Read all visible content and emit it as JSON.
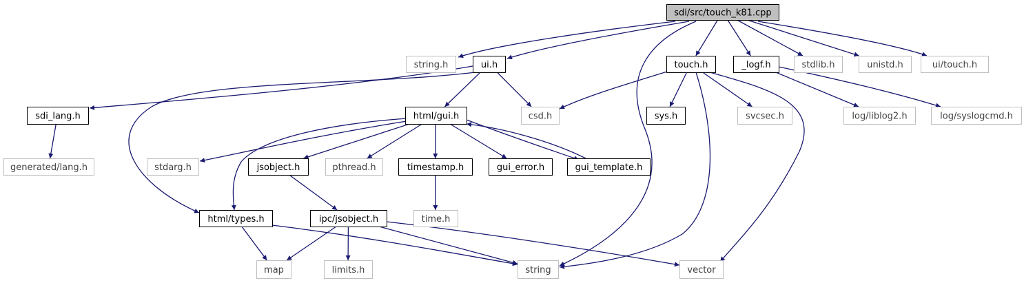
{
  "graph": {
    "root": "sdi/src/touch_k81.cpp",
    "colors": {
      "edge": "#191970",
      "documented_border": "#000000",
      "external_border": "#bfbfbf",
      "root_fill": "#bfbfbf",
      "node_fill": "#ffffff",
      "documented_text": "#000000",
      "external_text": "#404040"
    },
    "nodes": [
      {
        "id": "root",
        "label": "sdi/src/touch_k81.cpp",
        "kind": "root"
      },
      {
        "id": "string_h",
        "label": "string.h",
        "kind": "external"
      },
      {
        "id": "ui_h",
        "label": "ui.h",
        "kind": "documented"
      },
      {
        "id": "touch_h",
        "label": "touch.h",
        "kind": "documented"
      },
      {
        "id": "logf_h",
        "label": "_logf.h",
        "kind": "documented"
      },
      {
        "id": "stdlib_h",
        "label": "stdlib.h",
        "kind": "external"
      },
      {
        "id": "unistd_h",
        "label": "unistd.h",
        "kind": "external"
      },
      {
        "id": "ui_touch_h",
        "label": "ui/touch.h",
        "kind": "external"
      },
      {
        "id": "sdi_lang_h",
        "label": "sdi_lang.h",
        "kind": "documented"
      },
      {
        "id": "gui_h",
        "label": "html/gui.h",
        "kind": "documented"
      },
      {
        "id": "csd_h",
        "label": "csd.h",
        "kind": "external"
      },
      {
        "id": "sys_h",
        "label": "sys.h",
        "kind": "documented"
      },
      {
        "id": "svcsec_h",
        "label": "svcsec.h",
        "kind": "external"
      },
      {
        "id": "liblog2_h",
        "label": "log/liblog2.h",
        "kind": "external"
      },
      {
        "id": "syslogcmd_h",
        "label": "log/syslogcmd.h",
        "kind": "external"
      },
      {
        "id": "lang_h",
        "label": "generated/lang.h",
        "kind": "external"
      },
      {
        "id": "stdarg_h",
        "label": "stdarg.h",
        "kind": "external"
      },
      {
        "id": "jsobject_h",
        "label": "jsobject.h",
        "kind": "documented"
      },
      {
        "id": "pthread_h",
        "label": "pthread.h",
        "kind": "external"
      },
      {
        "id": "timestamp_h",
        "label": "timestamp.h",
        "kind": "documented"
      },
      {
        "id": "gui_error_h",
        "label": "gui_error.h",
        "kind": "documented"
      },
      {
        "id": "gui_template_h",
        "label": "gui_template.h",
        "kind": "documented"
      },
      {
        "id": "time_h",
        "label": "time.h",
        "kind": "external"
      },
      {
        "id": "types_h",
        "label": "html/types.h",
        "kind": "documented"
      },
      {
        "id": "ipc_jsobject_h",
        "label": "ipc/jsobject.h",
        "kind": "documented"
      },
      {
        "id": "map",
        "label": "map",
        "kind": "external"
      },
      {
        "id": "limits_h",
        "label": "limits.h",
        "kind": "external"
      },
      {
        "id": "string",
        "label": "string",
        "kind": "external"
      },
      {
        "id": "vector",
        "label": "vector",
        "kind": "external"
      }
    ],
    "edges": [
      {
        "from": "root",
        "to": "string_h"
      },
      {
        "from": "root",
        "to": "ui_h"
      },
      {
        "from": "root",
        "to": "string"
      },
      {
        "from": "root",
        "to": "touch_h"
      },
      {
        "from": "root",
        "to": "logf_h"
      },
      {
        "from": "root",
        "to": "stdlib_h"
      },
      {
        "from": "root",
        "to": "unistd_h"
      },
      {
        "from": "root",
        "to": "ui_touch_h"
      },
      {
        "from": "ui_h",
        "to": "sdi_lang_h"
      },
      {
        "from": "ui_h",
        "to": "types_h"
      },
      {
        "from": "ui_h",
        "to": "gui_h"
      },
      {
        "from": "ui_h",
        "to": "csd_h"
      },
      {
        "from": "touch_h",
        "to": "csd_h"
      },
      {
        "from": "touch_h",
        "to": "sys_h"
      },
      {
        "from": "touch_h",
        "to": "svcsec_h"
      },
      {
        "from": "touch_h",
        "to": "string"
      },
      {
        "from": "touch_h",
        "to": "vector"
      },
      {
        "from": "logf_h",
        "to": "liblog2_h"
      },
      {
        "from": "logf_h",
        "to": "syslogcmd_h"
      },
      {
        "from": "sdi_lang_h",
        "to": "lang_h"
      },
      {
        "from": "gui_h",
        "to": "types_h"
      },
      {
        "from": "gui_h",
        "to": "stdarg_h"
      },
      {
        "from": "gui_h",
        "to": "jsobject_h"
      },
      {
        "from": "gui_h",
        "to": "pthread_h"
      },
      {
        "from": "gui_h",
        "to": "timestamp_h"
      },
      {
        "from": "gui_h",
        "to": "gui_error_h"
      },
      {
        "from": "gui_h",
        "to": "gui_template_h"
      },
      {
        "from": "gui_template_h",
        "to": "gui_h"
      },
      {
        "from": "jsobject_h",
        "to": "ipc_jsobject_h"
      },
      {
        "from": "timestamp_h",
        "to": "time_h"
      },
      {
        "from": "types_h",
        "to": "map"
      },
      {
        "from": "types_h",
        "to": "string"
      },
      {
        "from": "ipc_jsobject_h",
        "to": "map"
      },
      {
        "from": "ipc_jsobject_h",
        "to": "limits_h"
      },
      {
        "from": "ipc_jsobject_h",
        "to": "string"
      },
      {
        "from": "ipc_jsobject_h",
        "to": "vector"
      }
    ]
  }
}
